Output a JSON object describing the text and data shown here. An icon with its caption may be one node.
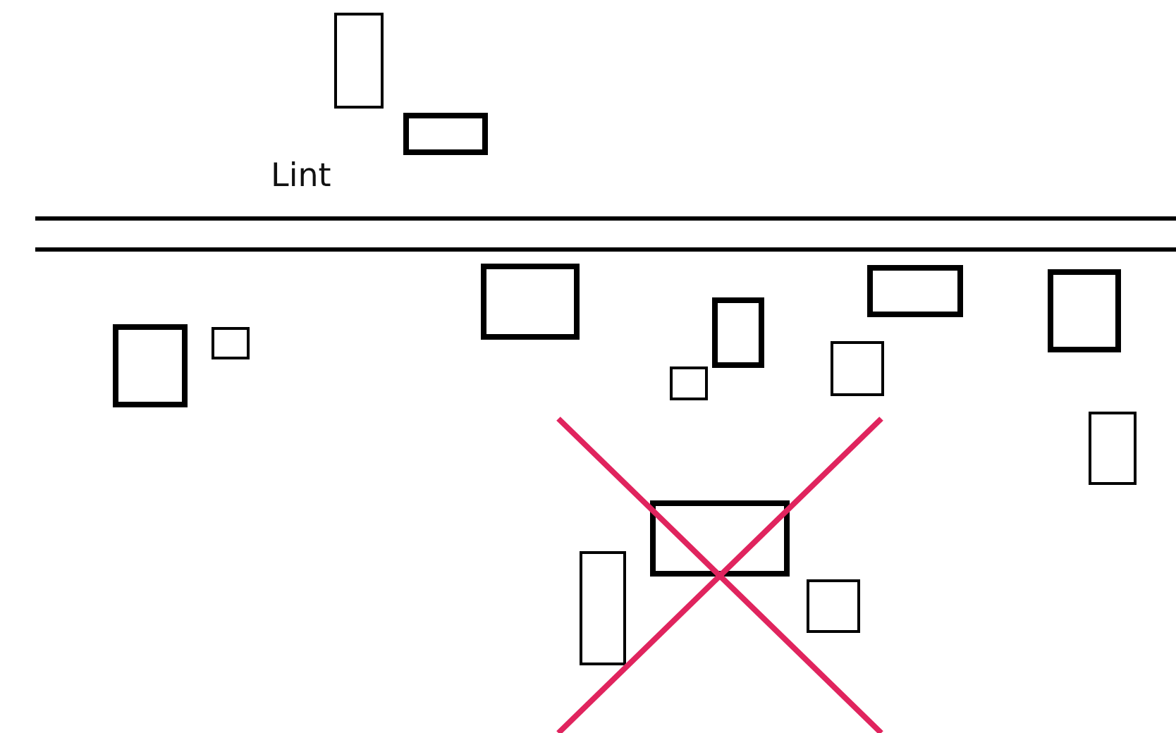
{
  "diagram": {
    "nodes": [
      {
        "text": [],
        "shape": "box"
      },
      {
        "text": [],
        "shape": "box"
      },
      {
        "text": [],
        "shape": "box"
      },
      {
        "text": [],
        "shape": "box"
      },
      {
        "text": [],
        "shape": "box"
      },
      {
        "text": [],
        "shape": "box"
      },
      {
        "text": [],
        "shape": "box"
      },
      {
        "text": [],
        "shape": "box"
      },
      {
        "text": [],
        "shape": "box"
      },
      {
        "text": [],
        "shape": "box"
      },
      {
        "text": [],
        "shape": "box"
      },
      {
        "text": [],
        "shape": "box"
      },
      {
        "text": [],
        "shape": "box"
      },
      {
        "text": [],
        "shape": "box"
      }
    ],
    "labels": [
      "Lint"
    ]
  }
}
